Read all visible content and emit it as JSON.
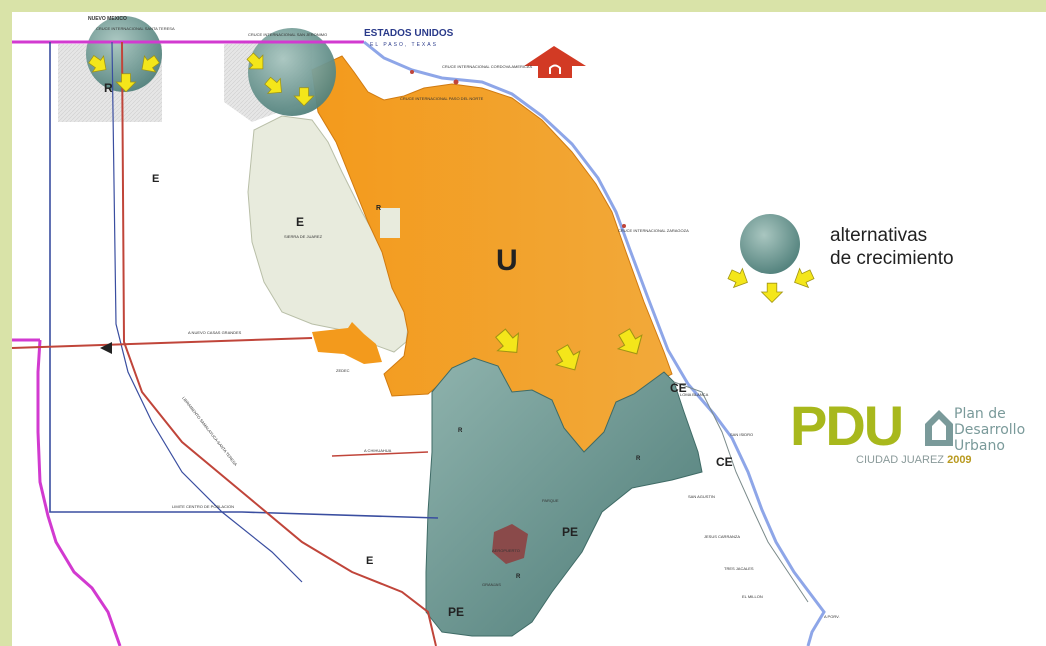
{
  "map": {
    "country_top": "ESTADOS UNIDOS",
    "city_top": "EL PASO, TEXAS",
    "state_top_left": "NUEVO MEXICO",
    "zones": {
      "u": "U",
      "e1": "E",
      "e2": "E",
      "e3": "E",
      "r1": "R",
      "r2": "R",
      "r3": "R",
      "r4": "R",
      "r5": "R",
      "ce1": "CE",
      "ce2": "CE",
      "pe1": "PE",
      "pe2": "PE"
    },
    "labels": {
      "sierra": "SIERRA DE JUAREZ",
      "nuevo_casas": "A NUEVO CASAS GRANDES",
      "a_chihuahua": "A CHIHUAHUA",
      "limite": "LIMITE CENTRO DE POBLACION",
      "libramiento": "LIBRAMIENTO SAMALAYUCA-SANTA TERESA",
      "loma_blanca": "LOMA BLANCA",
      "san_isidro": "SAN ISIDRO",
      "san_agustin": "SAN AGUSTIN",
      "jesus_carranza": "JESUS CARRANZA",
      "tres_jacales": "TRES JACALES",
      "el_millon": "EL MILLON",
      "a_porv": "A PORV.",
      "cruce1": "CRUCE INTERNACIONAL SANTA TERESA",
      "cruce2": "CRUCE INTERNACIONAL PASO DEL NORTE",
      "cruce3": "CRUCE INTERNACIONAL CORDOVA AMERICAS",
      "cruce4": "CRUCE INTERNACIONAL ZARAGOZA",
      "cruce5": "CRUCE INTERNACIONAL SAN JERONIMO",
      "zedec": "ZEDEC",
      "granjas": "GRANJAS",
      "aeropuerto": "AEROPUERTO",
      "parque": "PARQUE"
    }
  },
  "legend": {
    "line1": "alternativas",
    "line2": "de crecimiento"
  },
  "logo": {
    "letters": "PDU",
    "line1": "Plan de",
    "line2": "Desarrollo",
    "line3": "Urbano",
    "city": "CIUDAD JUAREZ",
    "year": "2009"
  },
  "colors": {
    "frame": "#d9e3a8",
    "urban": "#f39a1c",
    "reserve": "#5f8f8a",
    "ecology": "#e8ebdd",
    "border": "#d23ad0",
    "river": "#8ea6e8",
    "arrow": "#f4e61a",
    "road": "#c0453a",
    "limit": "#3a4ea0",
    "north": "#d23a24",
    "logo_green": "#a8b81c"
  }
}
